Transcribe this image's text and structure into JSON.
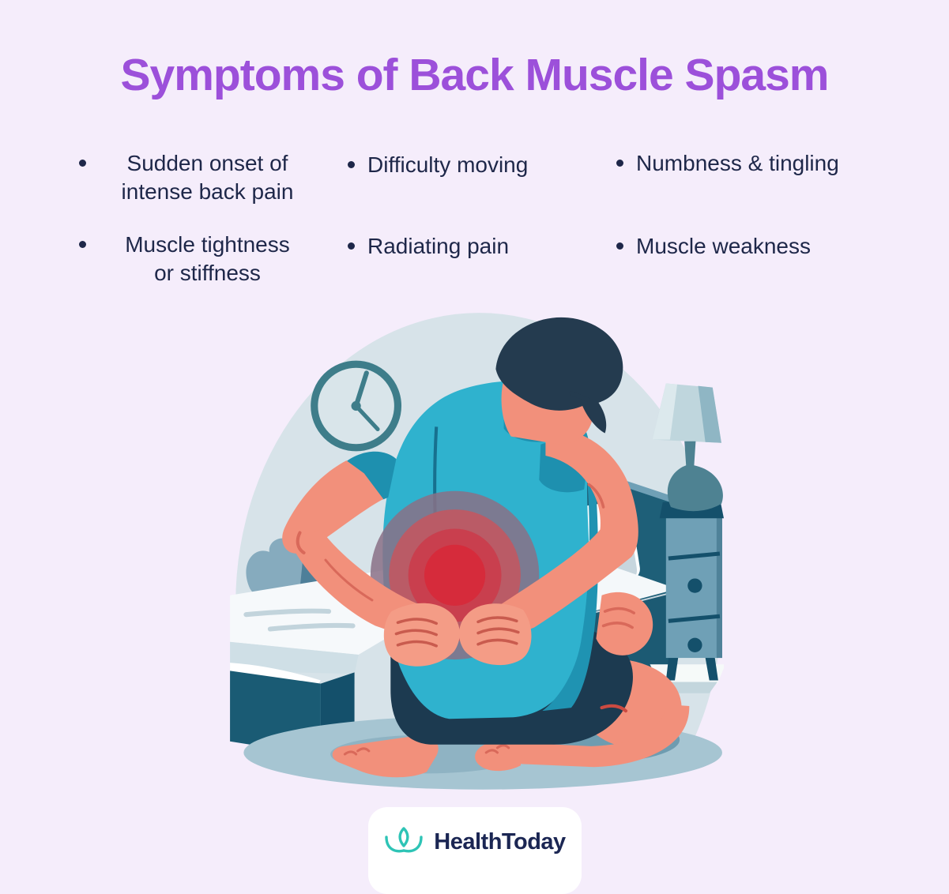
{
  "page": {
    "title": "Symptoms of Back Muscle Spasm",
    "background_color": "#F5EDFB",
    "title_color": "#9C50DA",
    "text_color": "#1E2749"
  },
  "symptoms": {
    "items": [
      {
        "label": "Sudden onset of\nintense back pain"
      },
      {
        "label": "Difficulty moving"
      },
      {
        "label": "Numbness & tingling"
      },
      {
        "label": "Muscle tightness\nor stiffness"
      },
      {
        "label": "Radiating pain"
      },
      {
        "label": "Muscle weakness"
      }
    ]
  },
  "illustration": {
    "scene": "man-kneeling-holding-lower-back-beside-bed",
    "elements": [
      "wall-clock",
      "plant",
      "bed",
      "pillow",
      "headboard",
      "nightstand",
      "lamp",
      "pain-radiate-rings",
      "floor-shadow"
    ],
    "colors": {
      "dome": "#D7E3E9",
      "shirt": "#2FB2CE",
      "shirt_shade": "#1E90AF",
      "skin": "#F2907B",
      "hair": "#243B4F",
      "shorts": "#1C3A50",
      "dark_teal": "#1A5B74",
      "steel_blue": "#6FA0B6",
      "pain_outer": "#8A7086",
      "pain_mid": "#BA5B66",
      "pain_inner": "#C93F4E",
      "pain_core": "#D62B3B",
      "clock": "#3E7D8A",
      "floor_shadow": "#A6C5D2"
    }
  },
  "footer": {
    "brand": "HealthToday",
    "brand_color": "#1B2653",
    "logo_color": "#2EC4B6",
    "card_background": "#FFFFFF"
  }
}
